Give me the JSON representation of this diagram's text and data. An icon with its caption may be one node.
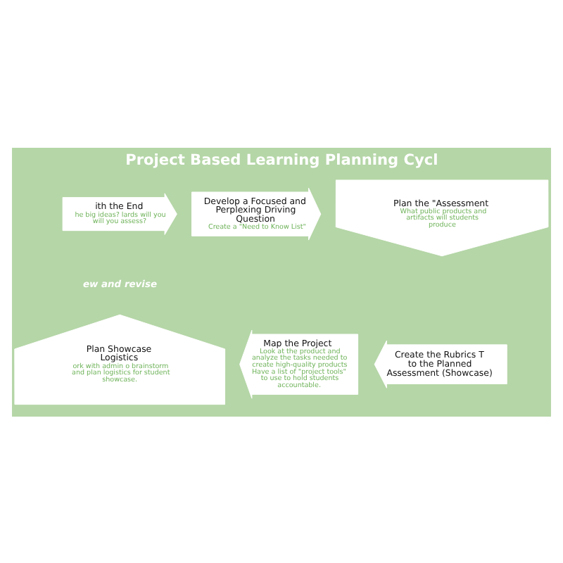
{
  "diagram": {
    "title": "Project Based Learning Planning Cycl",
    "nodes": [
      {
        "text": [
          "ith the End",
          "he big ideas? lards will you",
          "will you assess?"
        ]
      },
      {
        "text": [
          "Develop a Focused and Perplexing Driving Question",
          "Create a \"Need to Know List\""
        ]
      },
      {
        "text": [
          "Plan the \"Assessment",
          "What public products and artifacts will students produce"
        ]
      },
      {
        "text": [
          "Plan Showcase Logistics",
          "ork with admin o brainstorm and plan logistics for student showcase."
        ]
      },
      {
        "text": [
          "Map the Project",
          "Look at the product and analyze the tasks needed to create high-quality products Have a list of \"project tools\" to use to hold students accountable."
        ]
      },
      {
        "text": [
          "Create the Rubrics T to the Planned Assessment (Showcase)"
        ]
      }
    ],
    "labels": [
      "ew and revise"
    ]
  }
}
